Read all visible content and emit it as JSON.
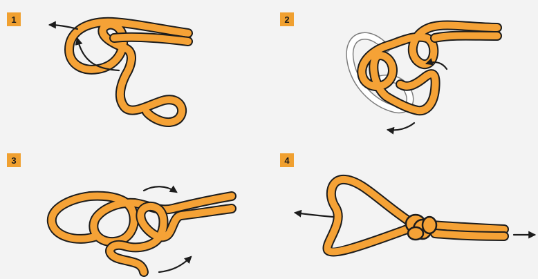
{
  "steps": [
    {
      "number": "1"
    },
    {
      "number": "2"
    },
    {
      "number": "3"
    },
    {
      "number": "4"
    }
  ],
  "colors": {
    "background": "#f3f3f3",
    "rope_fill": "#f5a236",
    "rope_outline": "#1c1c1c",
    "ghost_rope": "#ffffff",
    "badge": "#f0a030",
    "arrow": "#1c1c1c"
  }
}
